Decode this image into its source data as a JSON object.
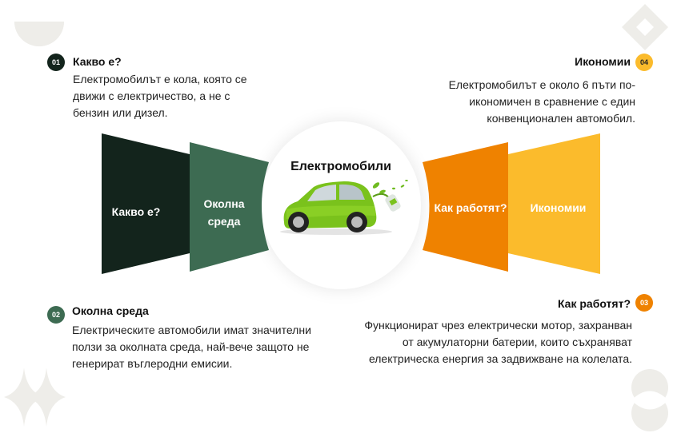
{
  "center": {
    "title": "Електромобили",
    "image": "electric-car-with-plug"
  },
  "segments": [
    {
      "label": "Какво е?",
      "color": "#13241c"
    },
    {
      "label": "Околна\nсреда",
      "label_lines": [
        "Околна",
        "среда"
      ],
      "color": "#3d6b52"
    },
    {
      "label": "Как работят?",
      "color": "#ef8200"
    },
    {
      "label": "Икономии",
      "color": "#fbbb2c"
    }
  ],
  "items": [
    {
      "num": "01",
      "title": "Какво е?",
      "text_lines": [
        "Електромобилът е кола, която се",
        "движи с електричество, а не с",
        "бензин или дизел."
      ],
      "color": "#13241c",
      "text_color": "#ffffff"
    },
    {
      "num": "02",
      "title": "Околна среда",
      "text_lines": [
        "Електрическите автомобили имат значителни",
        "ползи за околната среда, най-вече защото не",
        "генерират въглеродни емисии."
      ],
      "color": "#3d6b52",
      "text_color": "#ffffff"
    },
    {
      "num": "03",
      "title": "Как работят?",
      "text_lines": [
        "Функционират чрез електрически мотор, захранван",
        "от акумулаторни батерии, които съхраняват",
        "електрическа енергия за задвижване на колелата."
      ],
      "color": "#ef8200",
      "text_color": "#ffffff"
    },
    {
      "num": "04",
      "title": "Икономии",
      "text_lines": [
        "Електромобилът е около 6 пъти по-",
        "икономичен в сравнение с един",
        "конвенционален автомобил."
      ],
      "color": "#fbbb2c",
      "text_color": "#222222"
    }
  ],
  "decor_color": "#eeede9"
}
